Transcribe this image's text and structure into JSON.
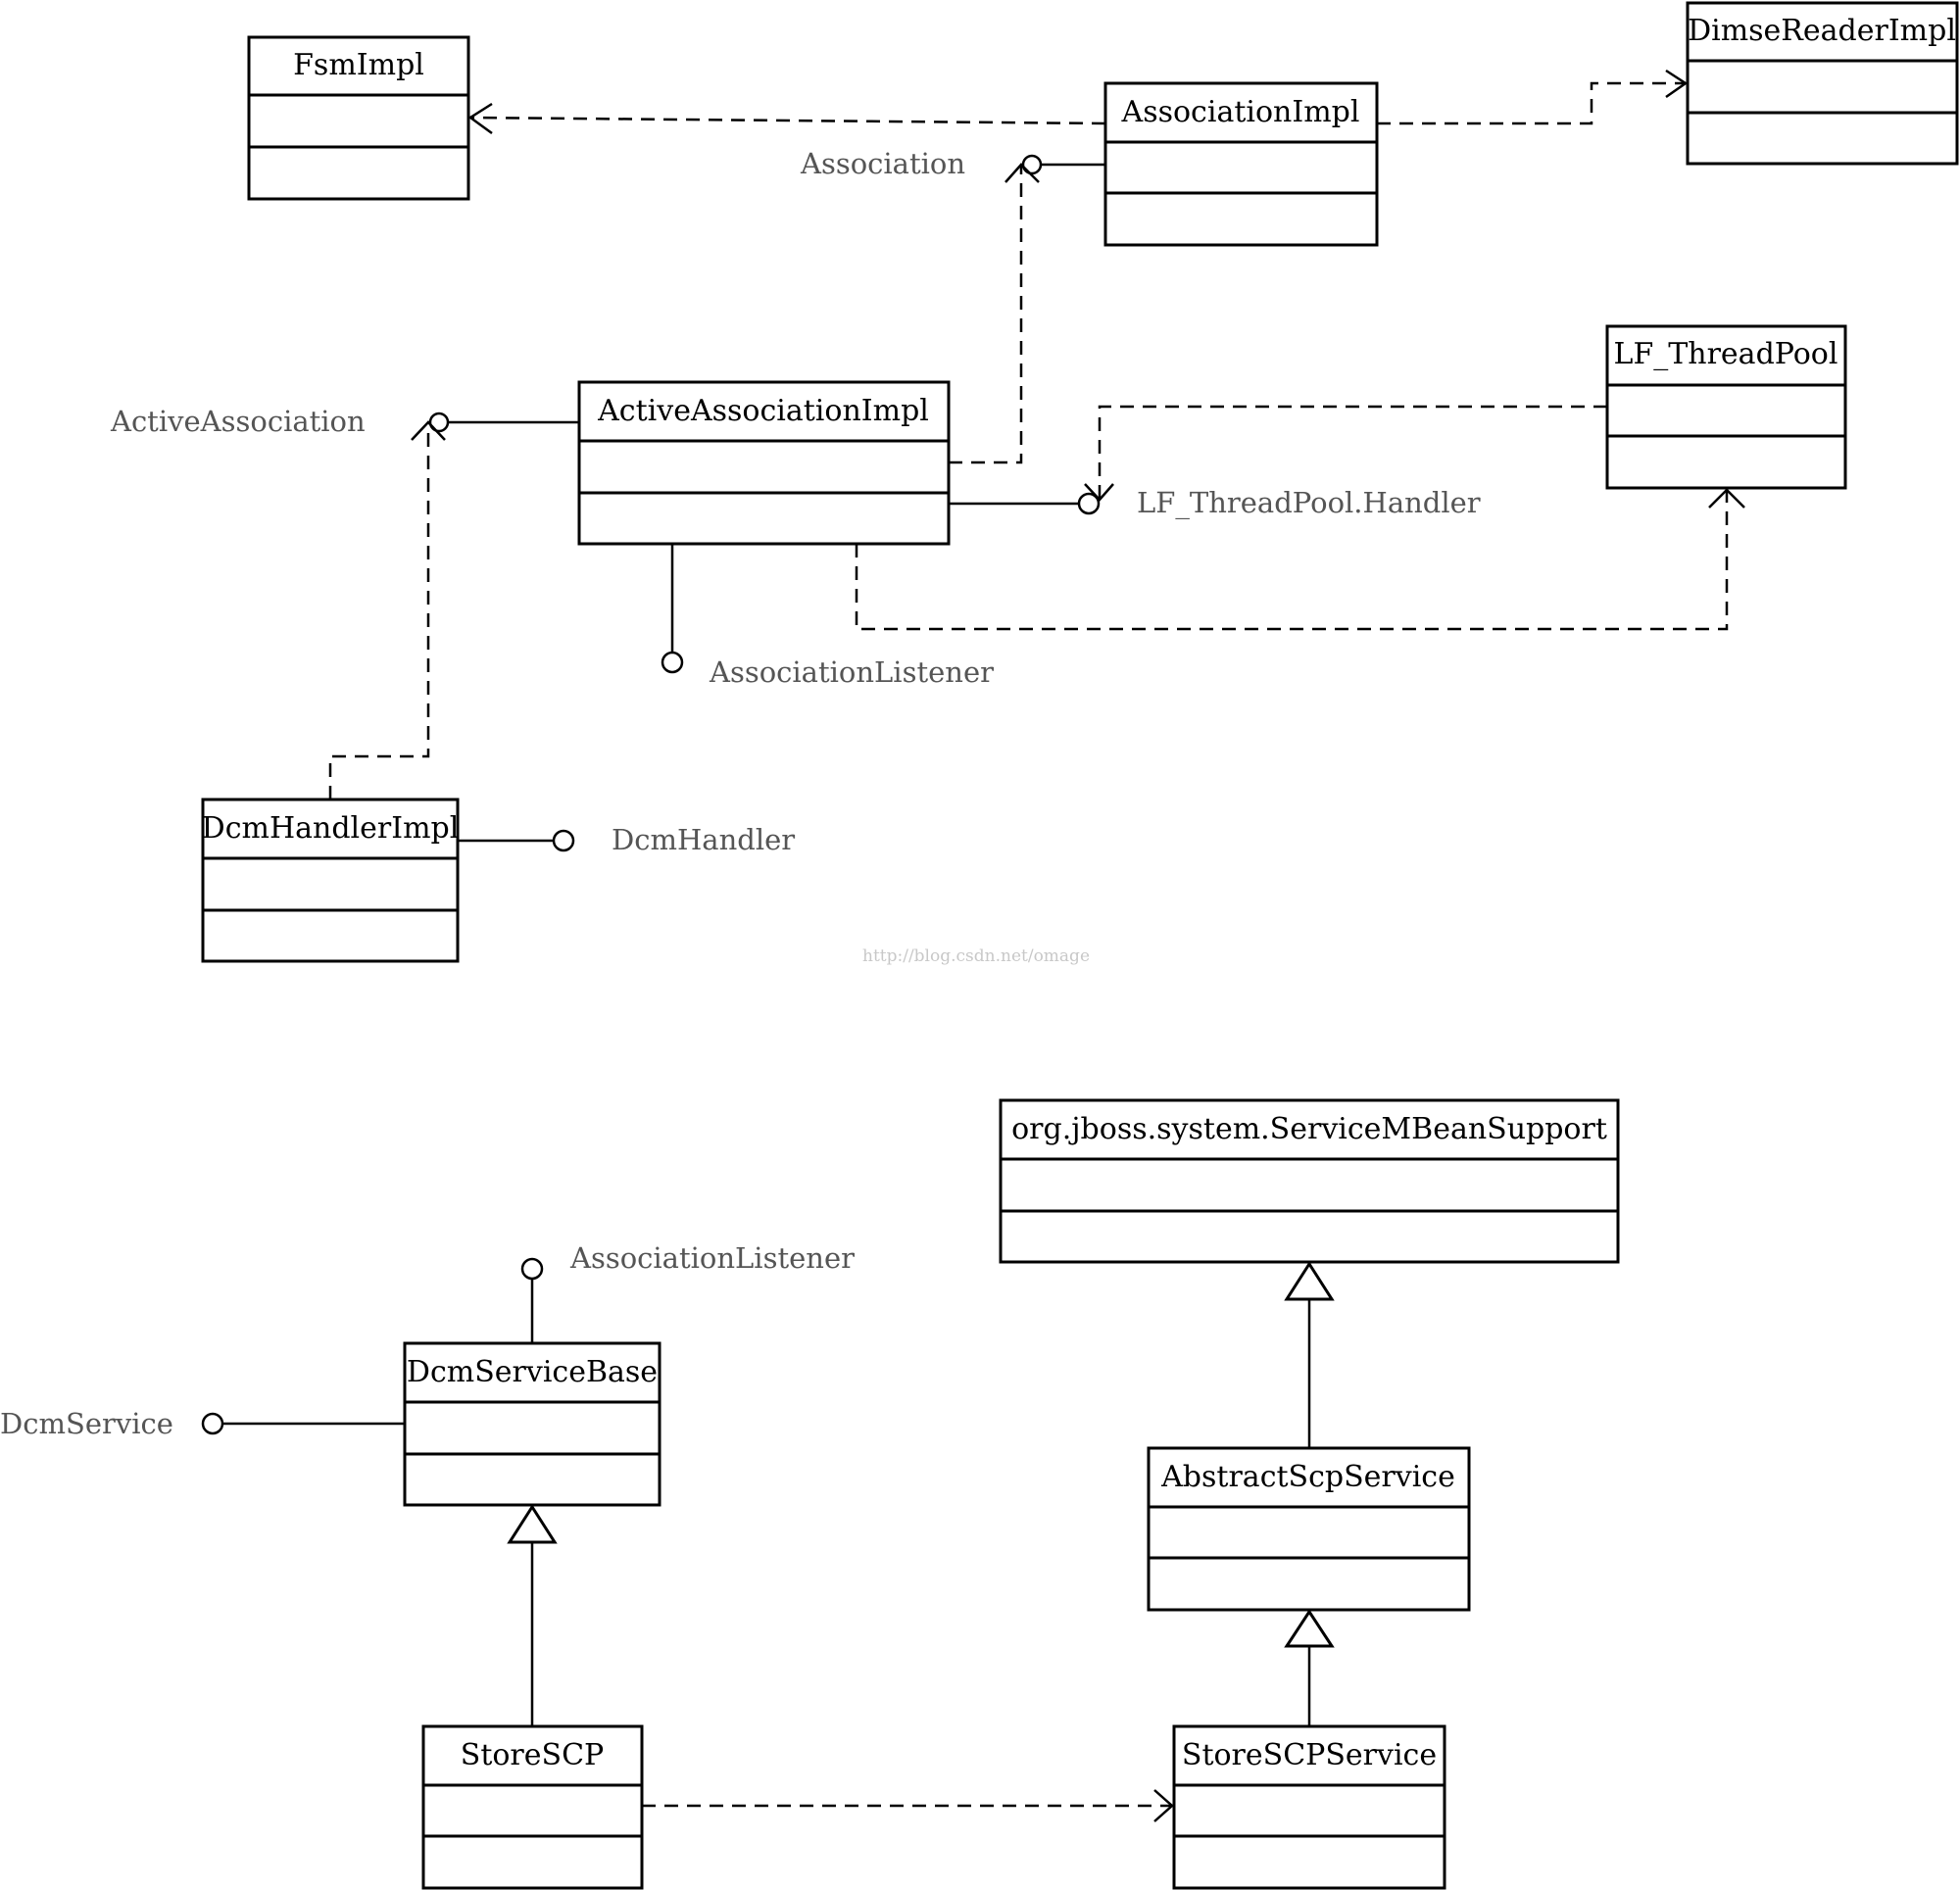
{
  "classes": {
    "fsm_impl": "FsmImpl",
    "association_impl": "AssociationImpl",
    "dimse_reader_impl": "DimseReaderImpl",
    "lf_thread_pool": "LF_ThreadPool",
    "active_association_impl": "ActiveAssociationImpl",
    "dcm_handler_impl": "DcmHandlerImpl",
    "service_mbean_support": "org.jboss.system.ServiceMBeanSupport",
    "dcm_service_base": "DcmServiceBase",
    "abstract_scp_service": "AbstractScpService",
    "store_scp": "StoreSCP",
    "store_scp_service": "StoreSCPService"
  },
  "interfaces": {
    "association": "Association",
    "active_association": "ActiveAssociation",
    "lf_thread_pool_handler": "LF_ThreadPool.Handler",
    "association_listener_top": "AssociationListener",
    "dcm_handler": "DcmHandler",
    "association_listener_bottom": "AssociationListener",
    "dcm_service": "DcmService"
  },
  "watermark": "http://blog.csdn.net/omage"
}
